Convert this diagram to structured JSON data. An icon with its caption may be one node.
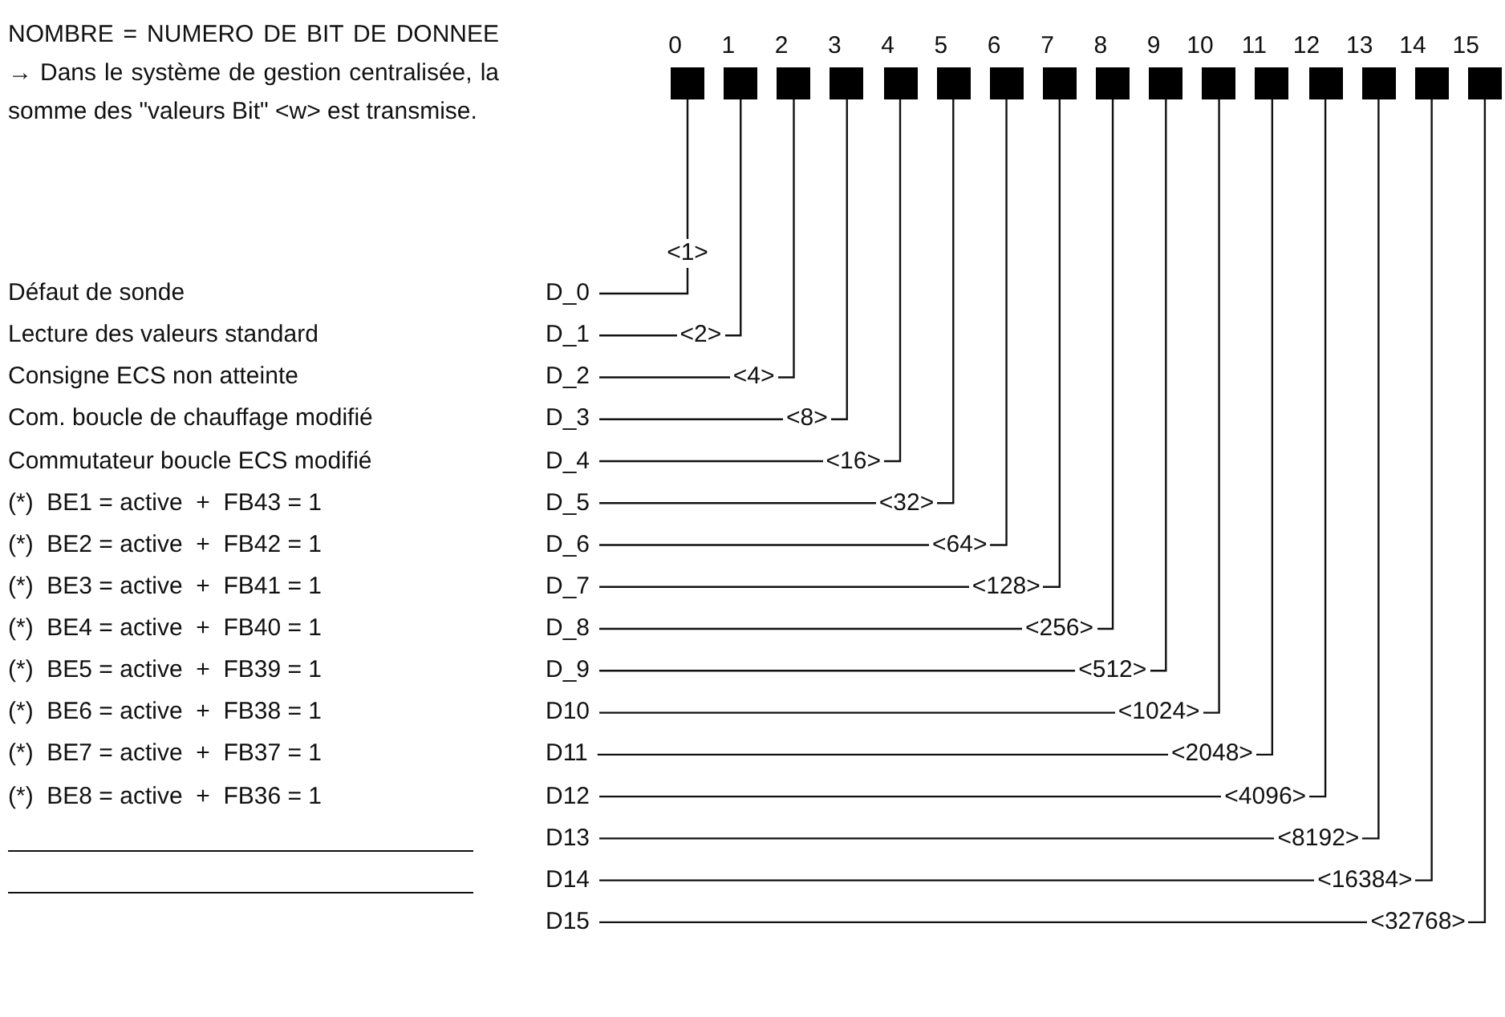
{
  "diagram": {
    "nodes": [
      {
        "text": [
          "0"
        ]
      },
      {
        "text": [
          "1"
        ]
      },
      {
        "text": [
          "2"
        ]
      },
      {
        "text": [
          "3"
        ]
      },
      {
        "text": [
          "4"
        ]
      },
      {
        "text": [
          "5"
        ]
      },
      {
        "text": [
          "6"
        ]
      },
      {
        "text": [
          "7"
        ]
      },
      {
        "text": [
          "8"
        ]
      },
      {
        "text": [
          "9"
        ]
      },
      {
        "text": [
          "10"
        ]
      },
      {
        "text": [
          "11"
        ]
      },
      {
        "text": [
          "12"
        ]
      },
      {
        "text": [
          "13"
        ]
      },
      {
        "text": [
          "14"
        ]
      },
      {
        "text": [
          "15"
        ]
      },
      {
        "text": [
          "D_0"
        ]
      },
      {
        "text": [
          "D_1"
        ]
      },
      {
        "text": [
          "D_2"
        ]
      },
      {
        "text": [
          "D_3"
        ]
      },
      {
        "text": [
          "D_4"
        ]
      },
      {
        "text": [
          "D_5"
        ]
      },
      {
        "text": [
          "D_6"
        ]
      },
      {
        "text": [
          "D_7"
        ]
      },
      {
        "text": [
          "D_8"
        ]
      },
      {
        "text": [
          "D_9"
        ]
      },
      {
        "text": [
          "D10"
        ]
      },
      {
        "text": [
          "D11"
        ]
      },
      {
        "text": [
          "D12"
        ]
      },
      {
        "text": [
          "D13"
        ]
      },
      {
        "text": [
          "D14"
        ]
      },
      {
        "text": [
          "D15"
        ]
      }
    ],
    "edges": [
      {
        "from": 0,
        "to": 16,
        "arrow": "none",
        "label": "<1>"
      },
      {
        "from": 1,
        "to": 17,
        "arrow": "none",
        "label": "<2>"
      },
      {
        "from": 2,
        "to": 18,
        "arrow": "none",
        "label": "<4>"
      },
      {
        "from": 3,
        "to": 19,
        "arrow": "none",
        "label": "<8>"
      },
      {
        "from": 4,
        "to": 20,
        "arrow": "none",
        "label": "<16>"
      },
      {
        "from": 5,
        "to": 21,
        "arrow": "none",
        "label": "<32>"
      },
      {
        "from": 6,
        "to": 22,
        "arrow": "none",
        "label": "<64>"
      },
      {
        "from": 7,
        "to": 23,
        "arrow": "none",
        "label": "<128>"
      },
      {
        "from": 8,
        "to": 24,
        "arrow": "none",
        "label": "<256>"
      },
      {
        "from": 9,
        "to": 25,
        "arrow": "none",
        "label": "<512>"
      },
      {
        "from": 10,
        "to": 26,
        "arrow": "none",
        "label": "<1024>"
      },
      {
        "from": 11,
        "to": 27,
        "arrow": "none",
        "label": "<2048>"
      },
      {
        "from": 12,
        "to": 28,
        "arrow": "none",
        "label": "<4096>"
      },
      {
        "from": 13,
        "to": 29,
        "arrow": "none",
        "label": "<8192>"
      },
      {
        "from": 14,
        "to": 30,
        "arrow": "none",
        "label": "<16384>"
      },
      {
        "from": 15,
        "to": 31,
        "arrow": "none",
        "label": "<32768>"
      }
    ],
    "labels": [
      "NOMBRE = NUMERO DE BIT DE DONNEE → Dans le système de gestion centralisée, la somme des \"valeurs Bit\" <w> est transmise.",
      "Défaut de sonde",
      "Lecture des valeurs standard",
      "Consigne ECS non atteinte",
      "Com. boucle de chauffage modifié",
      "Commutateur boucle ECS modifié",
      "(*)  BE1 = active  +  FB43 = 1",
      "(*)  BE2 = active  +  FB42 = 1",
      "(*)  BE3 = active  +  FB41 = 1",
      "(*)  BE4 = active  +  FB40 = 1",
      "(*)  BE5 = active  +  FB39 = 1",
      "(*)  BE6 = active  +  FB38 = 1",
      "(*)  BE7 = active  +  FB37 = 1",
      "(*)  BE8 = active  +  FB36 = 1"
    ]
  }
}
